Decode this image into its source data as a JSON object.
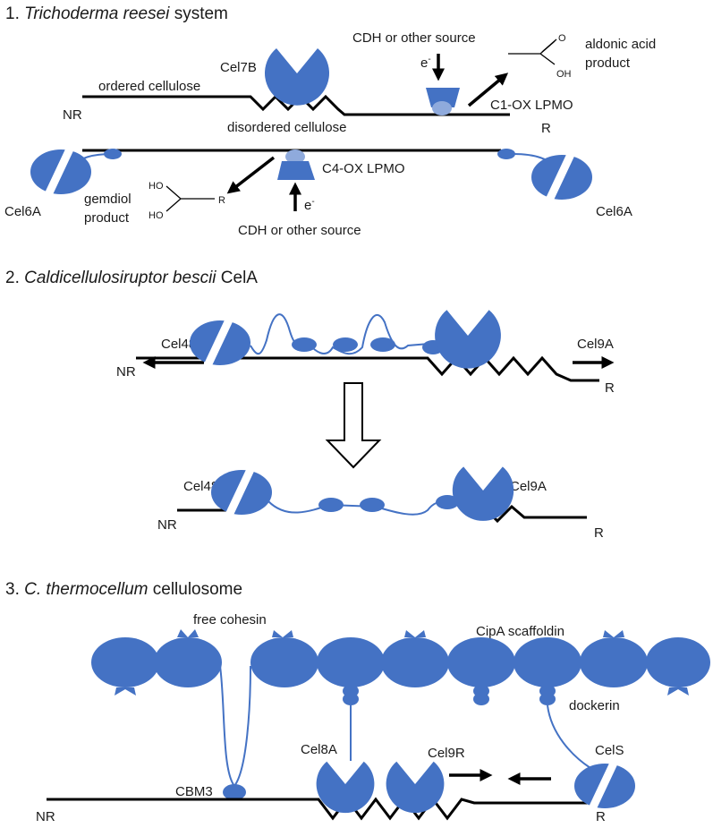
{
  "section1": {
    "number": "1.",
    "organism": "Trichoderma reesei",
    "suffix": "system",
    "labels": {
      "cel7b": "Cel7B",
      "ordered": "ordered cellulose",
      "disordered": "disordered cellulose",
      "nr": "NR",
      "r": "R",
      "cdh_top": "CDH or other source",
      "e_top": "e",
      "sup_minus": "-",
      "c1ox": "C1-OX LPMO",
      "aldonic": "aldonic acid",
      "product_top": "product",
      "c4ox": "C4-OX LPMO",
      "gemdiol": "gemdiol",
      "product_bottom": "product",
      "cdh_bottom": "CDH or other source",
      "e_bottom": "e",
      "cel6a_left": "Cel6A",
      "cel6a_right": "Cel6A",
      "chem_o": "O",
      "chem_oh": "OH",
      "chem_ho1": "HO",
      "chem_ho2": "HO",
      "chem_r": "R"
    }
  },
  "section2": {
    "number": "2.",
    "organism": "Caldicellulosiruptor bescii",
    "suffix": "CelA",
    "labels": {
      "cel48_top": "Cel48",
      "cel9a_top": "Cel9A",
      "nr_top": "NR",
      "r_top": "R",
      "cel48_bottom": "Cel48",
      "cel9a_bottom": "Cel9A",
      "nr_bottom": "NR",
      "r_bottom": "R"
    }
  },
  "section3": {
    "number": "3.",
    "organism": "C. thermocellum",
    "suffix": "cellulosome",
    "labels": {
      "free_cohesin": "free cohesin",
      "cipa": "CipA scaffoldin",
      "dockerin": "dockerin",
      "cel8a": "Cel8A",
      "cel9r": "Cel9R",
      "cels": "CelS",
      "cbm3": "CBM3",
      "nr": "NR",
      "r": "R"
    }
  }
}
